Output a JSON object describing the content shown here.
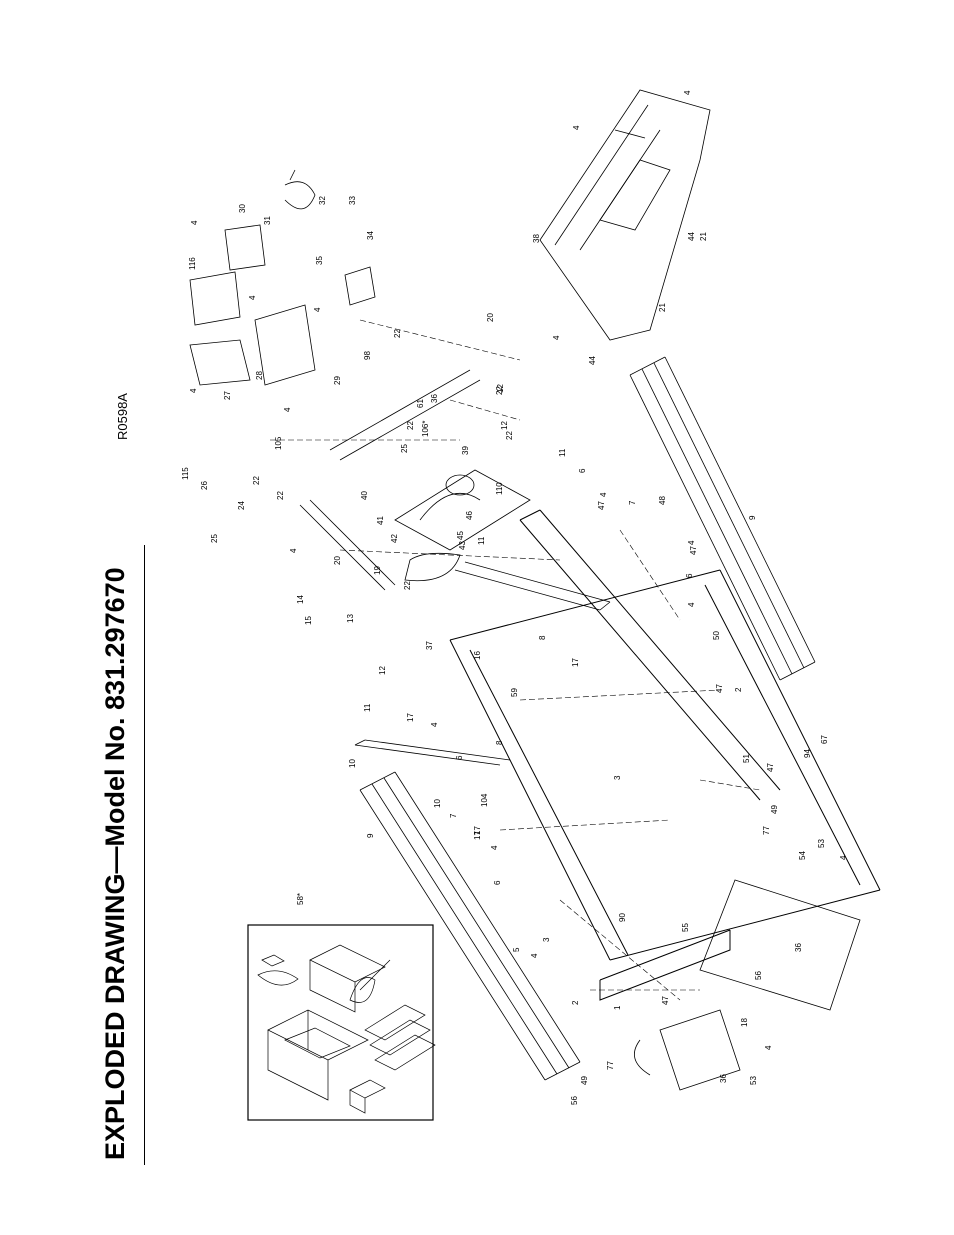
{
  "title": "EXPLODED DRAWING—Model No. 831.297670",
  "drawing_code": "R0598A",
  "inset_label": "58*",
  "part_labels": [
    {
      "text": "4"
    },
    {
      "text": "30"
    },
    {
      "text": "31"
    },
    {
      "text": "32"
    },
    {
      "text": "33"
    },
    {
      "text": "35"
    },
    {
      "text": "34"
    },
    {
      "text": "116"
    },
    {
      "text": "4"
    },
    {
      "text": "4"
    },
    {
      "text": "27"
    },
    {
      "text": "28"
    },
    {
      "text": "4"
    },
    {
      "text": "20"
    },
    {
      "text": "22"
    },
    {
      "text": "98"
    },
    {
      "text": "29"
    },
    {
      "text": "4"
    },
    {
      "text": "12"
    },
    {
      "text": "61"
    },
    {
      "text": "36"
    },
    {
      "text": "22"
    },
    {
      "text": "106*"
    },
    {
      "text": "105"
    },
    {
      "text": "22"
    },
    {
      "text": "25"
    },
    {
      "text": "39"
    },
    {
      "text": "115"
    },
    {
      "text": "26"
    },
    {
      "text": "22"
    },
    {
      "text": "24"
    },
    {
      "text": "22"
    },
    {
      "text": "40"
    },
    {
      "text": "41"
    },
    {
      "text": "110"
    },
    {
      "text": "46"
    },
    {
      "text": "45"
    },
    {
      "text": "11"
    },
    {
      "text": "43"
    },
    {
      "text": "42"
    },
    {
      "text": "25"
    },
    {
      "text": "20"
    },
    {
      "text": "4"
    },
    {
      "text": "19"
    },
    {
      "text": "22"
    },
    {
      "text": "14"
    },
    {
      "text": "13"
    },
    {
      "text": "15"
    },
    {
      "text": "37"
    },
    {
      "text": "16"
    },
    {
      "text": "12"
    },
    {
      "text": "11"
    },
    {
      "text": "17"
    },
    {
      "text": "4"
    },
    {
      "text": "10"
    },
    {
      "text": "6"
    },
    {
      "text": "8"
    },
    {
      "text": "59"
    },
    {
      "text": "17"
    },
    {
      "text": "8"
    },
    {
      "text": "17"
    },
    {
      "text": "10"
    },
    {
      "text": "7"
    },
    {
      "text": "104"
    },
    {
      "text": "9"
    },
    {
      "text": "17"
    },
    {
      "text": "4"
    },
    {
      "text": "6"
    },
    {
      "text": "5"
    },
    {
      "text": "4"
    },
    {
      "text": "3"
    },
    {
      "text": "2"
    },
    {
      "text": "1"
    },
    {
      "text": "90"
    },
    {
      "text": "55"
    },
    {
      "text": "49"
    },
    {
      "text": "77"
    },
    {
      "text": "47"
    },
    {
      "text": "3"
    },
    {
      "text": "2"
    },
    {
      "text": "47"
    },
    {
      "text": "51"
    },
    {
      "text": "47"
    },
    {
      "text": "49"
    },
    {
      "text": "77"
    },
    {
      "text": "54"
    },
    {
      "text": "53"
    },
    {
      "text": "4"
    },
    {
      "text": "36"
    },
    {
      "text": "56"
    },
    {
      "text": "18"
    },
    {
      "text": "4"
    },
    {
      "text": "53"
    },
    {
      "text": "36"
    },
    {
      "text": "56"
    },
    {
      "text": "94"
    },
    {
      "text": "67"
    },
    {
      "text": "50"
    },
    {
      "text": "4"
    },
    {
      "text": "6"
    },
    {
      "text": "47"
    },
    {
      "text": "4"
    },
    {
      "text": "48"
    },
    {
      "text": "7"
    },
    {
      "text": "47"
    },
    {
      "text": "4"
    },
    {
      "text": "6"
    },
    {
      "text": "11"
    },
    {
      "text": "9"
    },
    {
      "text": "38"
    },
    {
      "text": "4"
    },
    {
      "text": "4"
    },
    {
      "text": "44"
    },
    {
      "text": "21"
    },
    {
      "text": "4"
    },
    {
      "text": "44"
    },
    {
      "text": "21"
    },
    {
      "text": "12"
    },
    {
      "text": "22"
    }
  ]
}
